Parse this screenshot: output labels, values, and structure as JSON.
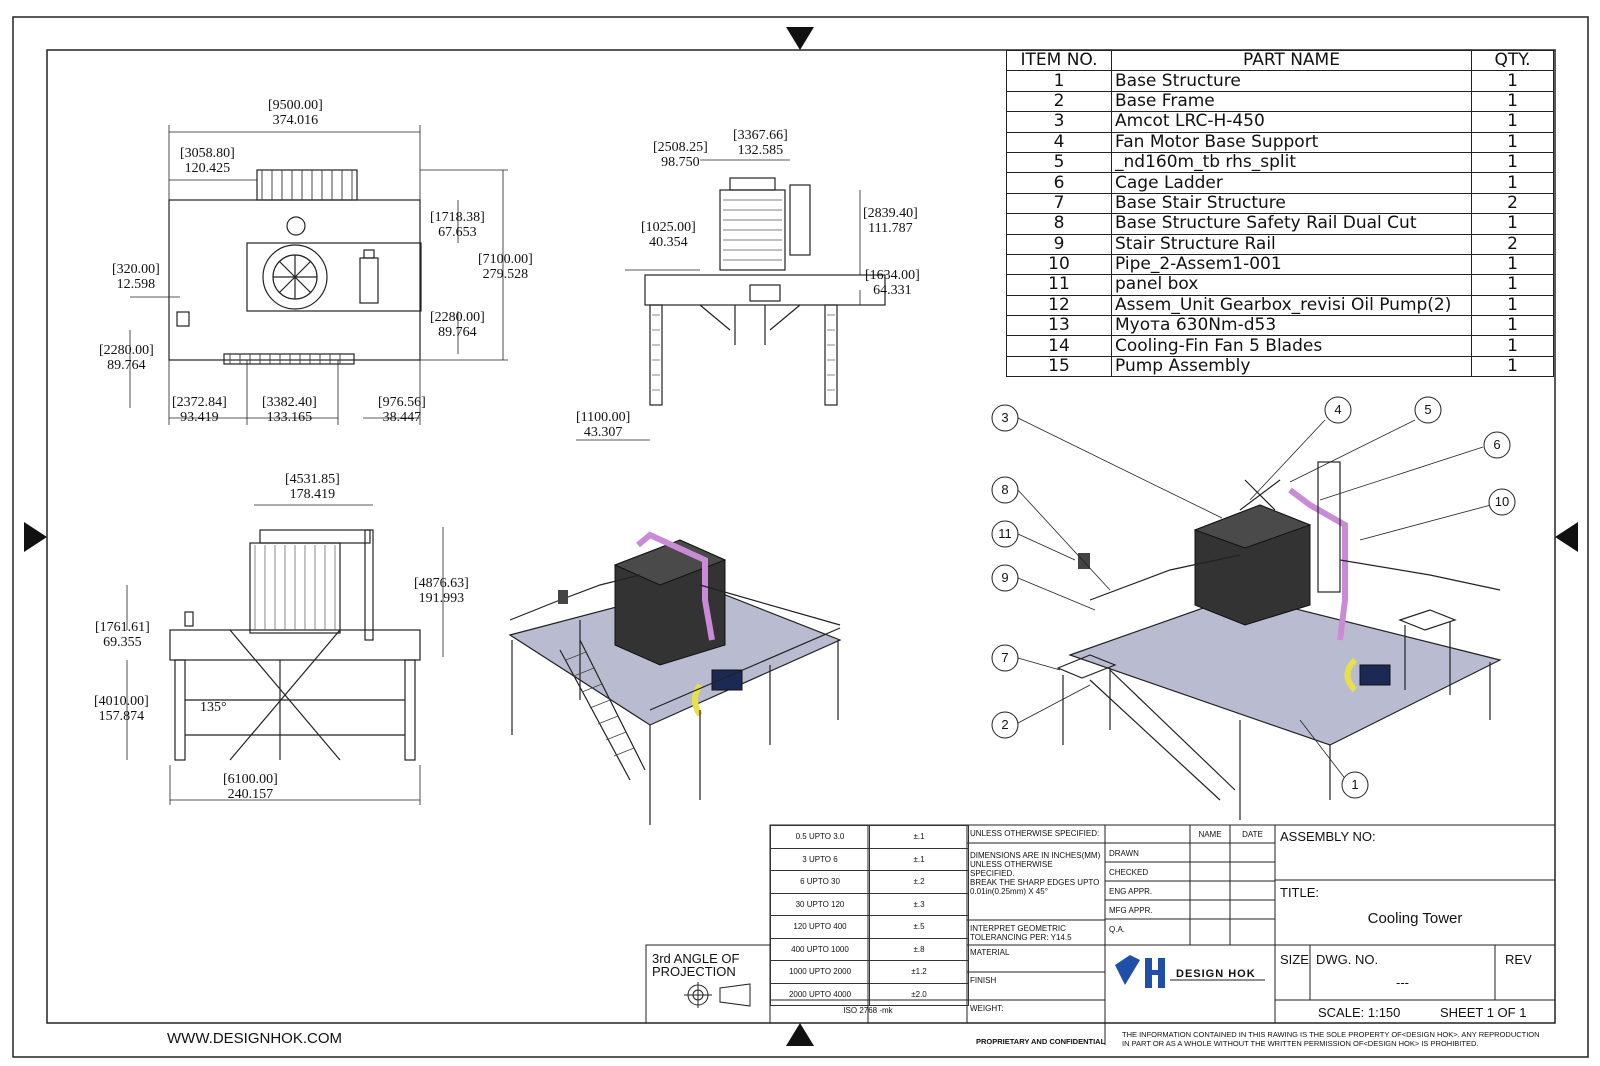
{
  "drawing": {
    "title_label": "TITLE:",
    "title": "Cooling Tower",
    "assembly_label": "ASSEMBLY NO:",
    "size_label": "SIZE",
    "dwg_label": "DWG.  NO.",
    "dwg_no": "---",
    "rev_label": "REV",
    "scale": "SCALE: 1:150",
    "sheet": "SHEET 1 OF 1",
    "website": "WWW.DESIGNHOK.COM",
    "proprietary": "PROPRIETARY AND CONFIDENTIAL",
    "notice_line1": "THE INFORMATION CONTAINED IN THIS RAWING IS THE SOLE PROPERTY OF<DESIGN HOK>.  ANY REPRODUCTION",
    "notice_line2": "IN PART OR AS A WHOLE WITHOUT THE WRITTEN PERMISSION OF<DESIGN HOK> IS PROHIBITED.",
    "logo_text": "DESIGN HOK",
    "projection_line1": "3rd ANGLE OF",
    "projection_line2": "PROJECTION"
  },
  "bom": {
    "headers": [
      "ITEM NO.",
      "PART NAME",
      "QTY."
    ],
    "rows": [
      {
        "item": "1",
        "name": "Base Structure",
        "qty": "1"
      },
      {
        "item": "2",
        "name": "Base Frame",
        "qty": "1"
      },
      {
        "item": "3",
        "name": "Amcot LRC-H-450",
        "qty": "1"
      },
      {
        "item": "4",
        "name": "Fan Motor Base Support",
        "qty": "1"
      },
      {
        "item": "5",
        "name": "_nd160m_tb rhs_split",
        "qty": "1"
      },
      {
        "item": "6",
        "name": "Cage Ladder",
        "qty": "1"
      },
      {
        "item": "7",
        "name": "Base  Stair Structure",
        "qty": "2"
      },
      {
        "item": "8",
        "name": "Base Structure Safety Rail Dual Cut",
        "qty": "1"
      },
      {
        "item": "9",
        "name": "Stair Structure Rail",
        "qty": "2"
      },
      {
        "item": "10",
        "name": "Pipe_2-Assem1-001",
        "qty": "1"
      },
      {
        "item": "11",
        "name": "panel box",
        "qty": "1"
      },
      {
        "item": "12",
        "name": "Assem_Unit Gearbox_revisi Oil Pump(2)",
        "qty": "1"
      },
      {
        "item": "13",
        "name": "Мyота 630Nm-d53",
        "qty": "1"
      },
      {
        "item": "14",
        "name": "Cooling-Fin Fan 5 Blades",
        "qty": "1"
      },
      {
        "item": "15",
        "name": "Pump Assembly",
        "qty": "1"
      }
    ]
  },
  "tolerances": {
    "rows": [
      {
        "range": "0.5 UPTO 3.0",
        "tol": "±.1"
      },
      {
        "range": "3 UPTO 6",
        "tol": "±.1"
      },
      {
        "range": "6 UPTO 30",
        "tol": "±.2"
      },
      {
        "range": "30 UPTO 120",
        "tol": "±.3"
      },
      {
        "range": "120 UPTO 400",
        "tol": "±.5"
      },
      {
        "range": "400 UPTO 1000",
        "tol": "±.8"
      },
      {
        "range": "1000 UPTO 2000",
        "tol": "±1.2"
      },
      {
        "range": "2000 UPTO 4000",
        "tol": "±2.0"
      }
    ],
    "standard": "ISO 2768 -mk"
  },
  "notes": {
    "unless": "UNLESS OTHERWISE SPECIFIED:",
    "dims1": "DIMENSIONS ARE IN INCHES(MM)",
    "dims2": "UNLESS OTHERWISE",
    "dims3": "SPECIFIED.",
    "dims4": "BREAK THE SHARP EDGES UPTO",
    "dims5": "0.01in(0.25mm) X 45°",
    "interp1": "INTERPRET GEOMETRIC",
    "interp2": "TOLERANCING PER: Y14.5",
    "material": "MATERIAL",
    "finish": "FINISH",
    "weight": "WEIGHT:",
    "name_col": "NAME",
    "date_col": "DATE",
    "drawn": "DRAWN",
    "checked": "CHECKED",
    "eng": "ENG APPR.",
    "mfg": "MFG APPR.",
    "qa": "Q.A."
  },
  "dimensions": {
    "top": [
      {
        "id": "d1",
        "a": "[9500.00]",
        "b": "374.016"
      },
      {
        "id": "d2",
        "a": "[3058.80]",
        "b": "120.425"
      },
      {
        "id": "d3",
        "a": "[1718.38]",
        "b": "67.653"
      },
      {
        "id": "d4",
        "a": "[7100.00]",
        "b": "279.528"
      },
      {
        "id": "d5",
        "a": "[320.00]",
        "b": "12.598"
      },
      {
        "id": "d6",
        "a": "[2280.00]",
        "b": "89.764"
      },
      {
        "id": "d7",
        "a": "[2280.00]",
        "b": "89.764"
      },
      {
        "id": "d8",
        "a": "[2372.84]",
        "b": "93.419"
      },
      {
        "id": "d9",
        "a": "[3382.40]",
        "b": "133.165"
      },
      {
        "id": "d10",
        "a": "[976.56]",
        "b": "38.447"
      }
    ],
    "front": [
      {
        "id": "f1",
        "a": "[3367.66]",
        "b": "132.585"
      },
      {
        "id": "f2",
        "a": "[2508.25]",
        "b": "98.750"
      },
      {
        "id": "f3",
        "a": "[2839.40]",
        "b": "111.787"
      },
      {
        "id": "f4",
        "a": "[1025.00]",
        "b": "40.354"
      },
      {
        "id": "f5",
        "a": "[1634.00]",
        "b": "64.331"
      },
      {
        "id": "f6",
        "a": "[1100.00]",
        "b": "43.307"
      }
    ],
    "side": [
      {
        "id": "s1",
        "a": "[4531.85]",
        "b": "178.419"
      },
      {
        "id": "s2",
        "a": "[4876.63]",
        "b": "191.993"
      },
      {
        "id": "s3",
        "a": "[1761.61]",
        "b": "69.355"
      },
      {
        "id": "s4",
        "a": "[4010.00]",
        "b": "157.874"
      },
      {
        "id": "s5",
        "a": "[6100.00]",
        "b": "240.157"
      }
    ],
    "angle": "135°"
  },
  "balloons": [
    "1",
    "2",
    "3",
    "4",
    "5",
    "6",
    "7",
    "8",
    "9",
    "10",
    "11"
  ]
}
